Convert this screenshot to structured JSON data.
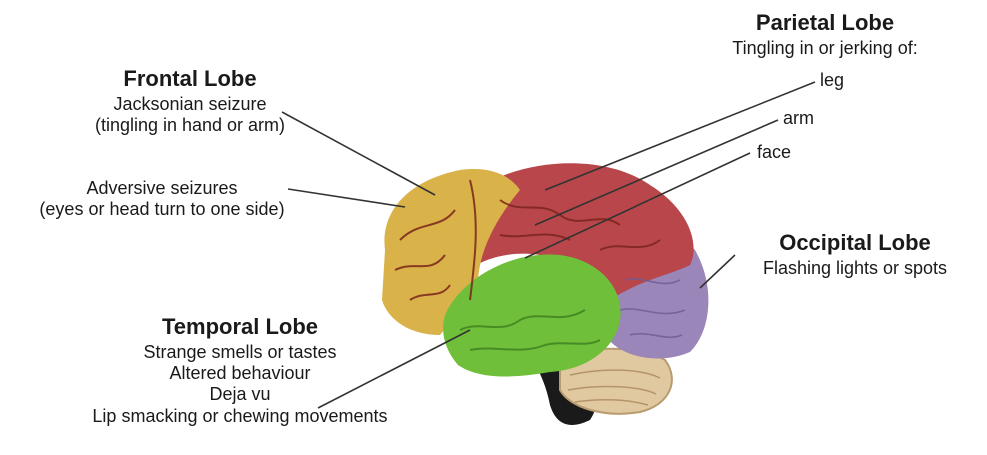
{
  "frontal": {
    "title": "Frontal Lobe",
    "line1": "Jacksonian seizure",
    "line2": "(tingling in hand or arm)",
    "line3": "Adversive seizures",
    "line4": "(eyes or head turn to one side)"
  },
  "parietal": {
    "title": "Parietal Lobe",
    "line1": "Tingling in or jerking of:",
    "leg": "leg",
    "arm": "arm",
    "face": "face"
  },
  "occipital": {
    "title": "Occipital Lobe",
    "line1": "Flashing lights or spots"
  },
  "temporal": {
    "title": "Temporal Lobe",
    "line1": "Strange smells or tastes",
    "line2": "Altered behaviour",
    "line3": "Deja vu",
    "line4": "Lip smacking or chewing movements"
  },
  "colors": {
    "frontal": "#d9b24a",
    "parietal": "#b8464a",
    "occipital": "#9a86b8",
    "temporal": "#6fbf3a",
    "cerebellum": "#e0c8a0",
    "brainstem": "#1a1a1a",
    "vessels": "#8a2a1e"
  }
}
